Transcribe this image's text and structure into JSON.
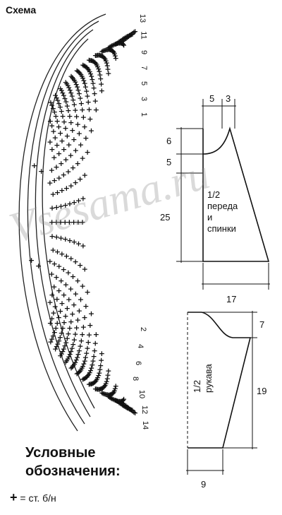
{
  "scheme": {
    "title": "Схема",
    "row_numbers_top": [
      "13",
      "11",
      "9",
      "7",
      "5",
      "3",
      "1"
    ],
    "row_numbers_bottom": [
      "2",
      "4",
      "6",
      "8",
      "10",
      "12",
      "14"
    ],
    "stitch_symbol": "+"
  },
  "pattern": {
    "body": {
      "top_widths": [
        "5",
        "3"
      ],
      "left_heights": [
        "6",
        "5",
        "25"
      ],
      "bottom_width": "17",
      "label_lines": [
        "1/2",
        "переда",
        "и",
        "спинки"
      ]
    },
    "sleeve": {
      "right_heights": [
        "7",
        "19"
      ],
      "bottom_width": "9",
      "label_lines": [
        "1/2",
        "рукава"
      ]
    }
  },
  "watermark": "Vsesama.ru",
  "legend": {
    "title_lines": [
      "Условные",
      "обозначения:"
    ],
    "symbol": "+",
    "text": "= ст. б/н"
  }
}
